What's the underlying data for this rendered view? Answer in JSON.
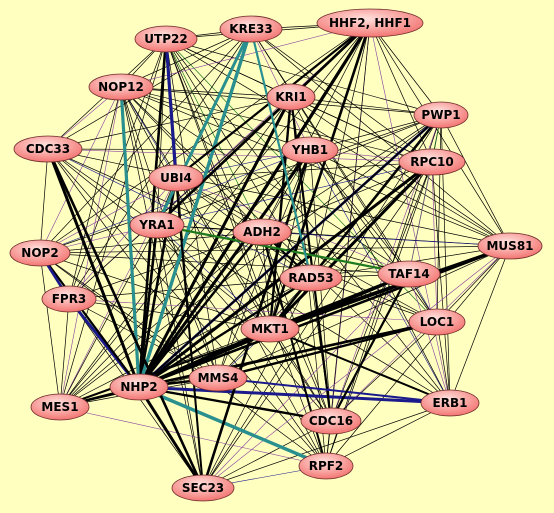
{
  "colors": {
    "background": "#ffffc0",
    "node_fill_light": "#ffd6d2",
    "node_fill_dark": "#f26d6a",
    "edge_default": "#000000",
    "edge_blue": "#1a1a8c",
    "edge_teal": "#2a8f8f",
    "edge_green": "#1f7a1f",
    "edge_purple": "#8a3fa0"
  },
  "nodes": [
    {
      "id": "UTP22",
      "label": "UTP22"
    },
    {
      "id": "KRE33",
      "label": "KRE33"
    },
    {
      "id": "HHF2",
      "label": "HHF2, HHF1"
    },
    {
      "id": "NOP12",
      "label": "NOP12"
    },
    {
      "id": "KRI1",
      "label": "KRI1"
    },
    {
      "id": "PWP1",
      "label": "PWP1"
    },
    {
      "id": "CDC33",
      "label": "CDC33"
    },
    {
      "id": "YHB1",
      "label": "YHB1"
    },
    {
      "id": "RPC10",
      "label": "RPC10"
    },
    {
      "id": "UBI4",
      "label": "UBI4"
    },
    {
      "id": "YRA1",
      "label": "YRA1"
    },
    {
      "id": "ADH2",
      "label": "ADH2"
    },
    {
      "id": "MUS81",
      "label": "MUS81"
    },
    {
      "id": "NOP2",
      "label": "NOP2"
    },
    {
      "id": "RAD53",
      "label": "RAD53"
    },
    {
      "id": "TAF14",
      "label": "TAF14"
    },
    {
      "id": "FPR3",
      "label": "FPR3"
    },
    {
      "id": "MKT1",
      "label": "MKT1"
    },
    {
      "id": "LOC1",
      "label": "LOC1"
    },
    {
      "id": "NHP2",
      "label": "NHP2"
    },
    {
      "id": "MMS4",
      "label": "MMS4"
    },
    {
      "id": "MES1",
      "label": "MES1"
    },
    {
      "id": "ERB1",
      "label": "ERB1"
    },
    {
      "id": "CDC16",
      "label": "CDC16"
    },
    {
      "id": "RPF2",
      "label": "RPF2"
    },
    {
      "id": "SEC23",
      "label": "SEC23"
    }
  ]
}
